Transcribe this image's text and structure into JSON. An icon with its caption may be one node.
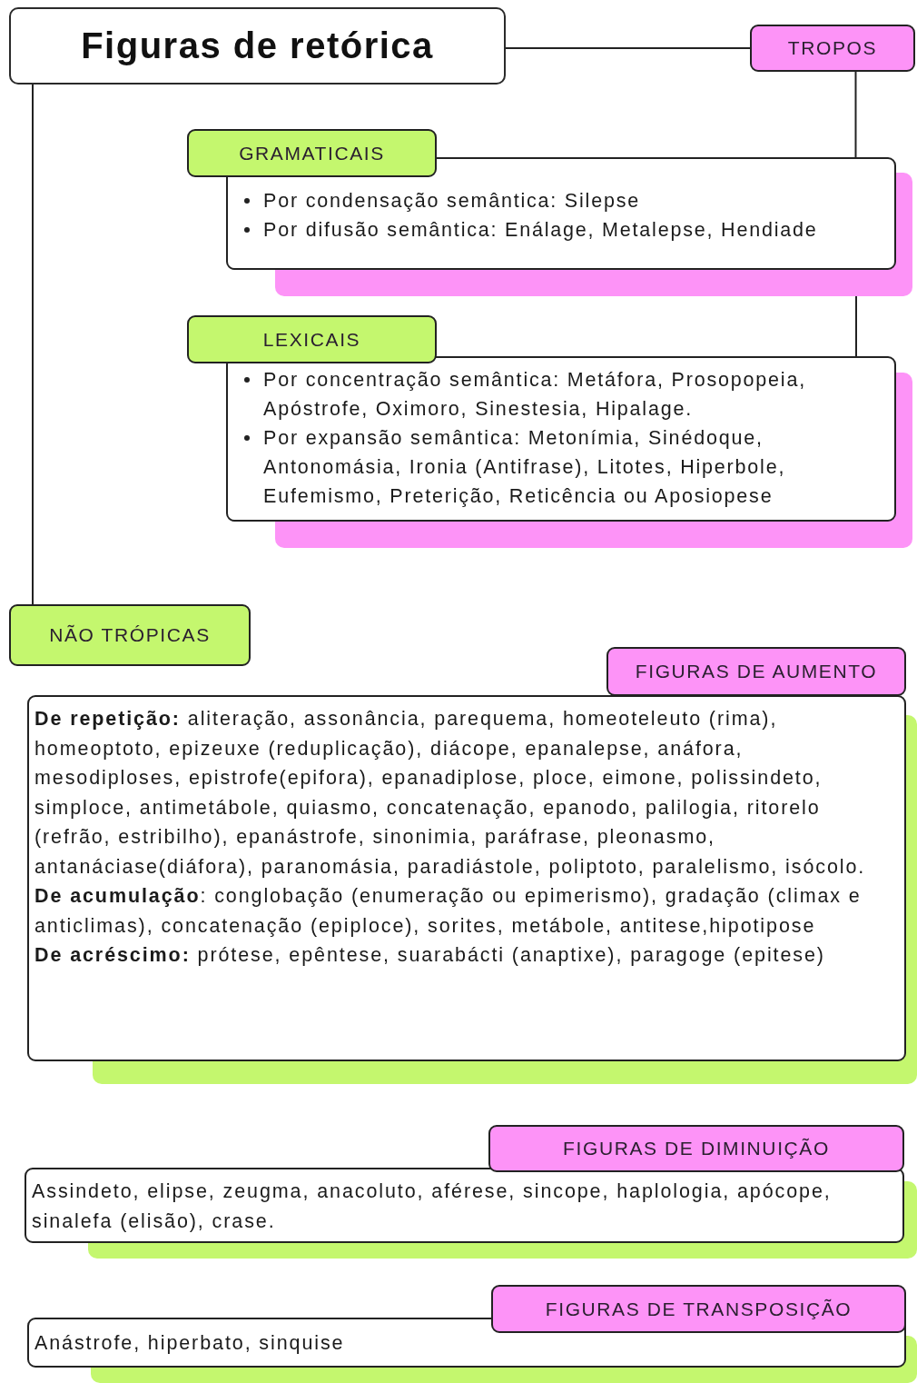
{
  "diagram": {
    "nodes": [
      {
        "text": [
          "Figuras de retórica"
        ]
      },
      {
        "text": [
          "TROPOS"
        ]
      },
      {
        "text": [
          "GRAMATICAIS"
        ]
      },
      {
        "text": [
          "Por condensação semântica: Silepse",
          "Por difusão semântica: Enálage, Metalepse, Hendiade"
        ]
      },
      {
        "text": [
          "LEXICAIS"
        ]
      },
      {
        "text": [
          "Por concentração semântica: Metáfora, Prosopopeia, Apóstrofe, Oximoro, Sinestesia, Hipalage.",
          "Por expansão semântica: Metonímia, Sinédoque, Antonomásia, Ironia (Antifrase), Litotes, Hiperbole, Eufemismo, Preterição, Reticência ou Aposiopese"
        ]
      },
      {
        "text": [
          "NÃO TRÓPICAS"
        ]
      },
      {
        "text": [
          "FIGURAS DE AUMENTO"
        ]
      },
      {
        "text": [
          "**De repetição:** aliteração, assonância, parequema, homeoteleuto (rima), homeoptoto, epizeuxe (reduplicação), diácope, epanalepse, anáfora, mesodiploses, epistrofe(epifora), epanadiplose, ploce, eimone, polissindeto, simploce, antimetábole, quiasmo, concatenação, epanodo, palilogia, ritorelo (refrão, estribilho), epanástrofe, sinonimia, paráfrase, pleonasmo, antanáciase(diáfora), paranomásia, paradiástole, poliptoto, paralelismo, isócolo.",
          "**De acumulação**: conglobação (enumeração ou epimerismo), gradação (climax e anticlimas), concatenação (epiploce), sorites, metábole, antitese,hipotipose",
          "**De acréscimo:** prótese, epêntese, suarabácti (anaptixe), paragoge (epitese)"
        ]
      },
      {
        "text": [
          "FIGURAS DE DIMINUIÇÃO"
        ]
      },
      {
        "text": [
          "Assindeto, elipse, zeugma, anacoluto, aférese, sincope, haplologia, apócope, sinalefa (elisão), crase."
        ]
      },
      {
        "text": [
          "FIGURAS DE TRANSPOSIÇÃO"
        ]
      },
      {
        "text": [
          "Anástrofe, hiperbato, sinquise"
        ]
      }
    ],
    "edges": [
      {
        "from": 0,
        "to": 1,
        "arrow": "none"
      },
      {
        "from": 1,
        "to": 3,
        "arrow": "none"
      },
      {
        "from": 3,
        "to": 5,
        "arrow": "none"
      },
      {
        "from": 0,
        "to": 6,
        "arrow": "none"
      }
    ]
  }
}
